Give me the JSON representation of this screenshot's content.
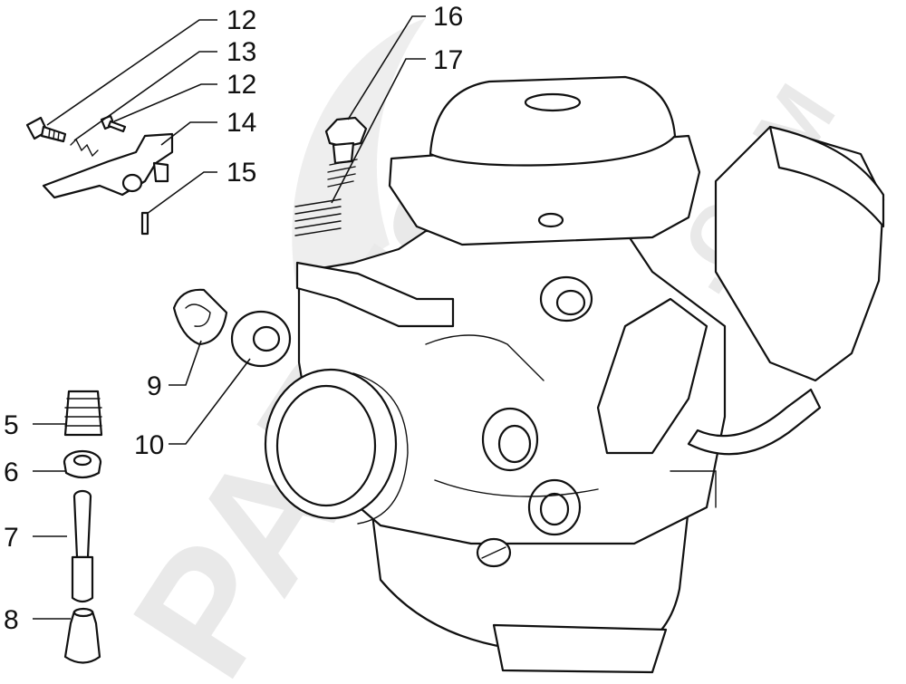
{
  "watermark": {
    "main": "PARTS",
    "suffix": ".COM",
    "color": "#e9e9e9"
  },
  "callouts": [
    {
      "id": "c1",
      "label": "12"
    },
    {
      "id": "c2",
      "label": "13"
    },
    {
      "id": "c3",
      "label": "12"
    },
    {
      "id": "c4",
      "label": "14"
    },
    {
      "id": "c5",
      "label": "15"
    },
    {
      "id": "c6",
      "label": "16"
    },
    {
      "id": "c7",
      "label": "17"
    },
    {
      "id": "c8",
      "label": "9"
    },
    {
      "id": "c9",
      "label": "10"
    },
    {
      "id": "c10",
      "label": "5"
    },
    {
      "id": "c11",
      "label": "6"
    },
    {
      "id": "c12",
      "label": "7"
    },
    {
      "id": "c13",
      "label": "8"
    }
  ],
  "colors": {
    "ink": "#111111",
    "paper": "#ffffff"
  }
}
